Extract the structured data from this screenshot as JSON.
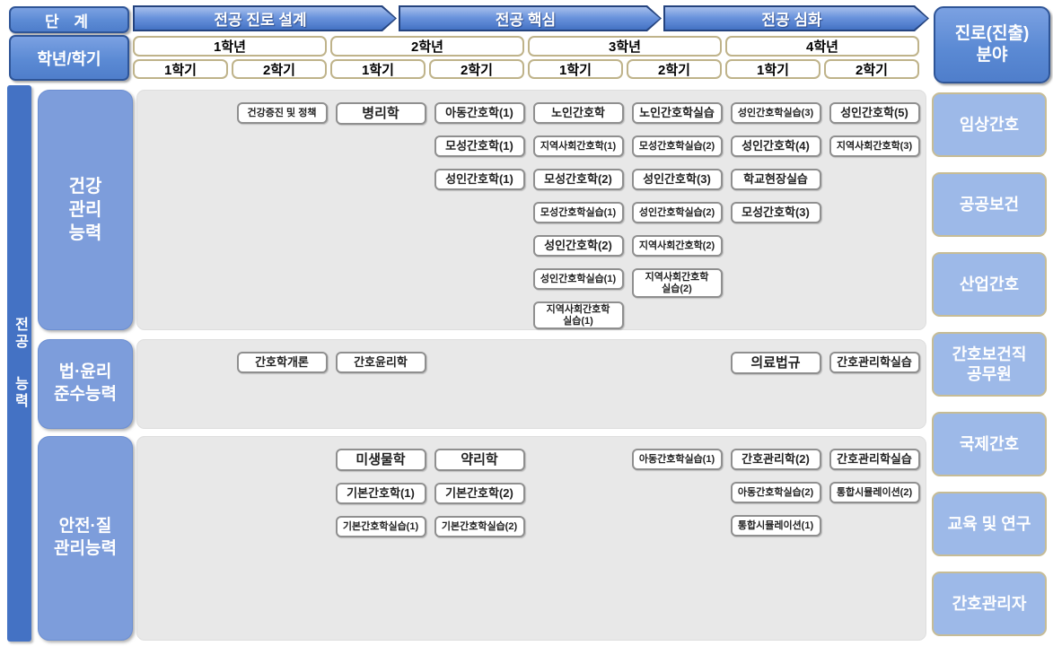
{
  "header": {
    "stage_label": "단 계",
    "year_semester_label": "학년/학기",
    "stages": [
      "전공 진로 설계",
      "전공 핵심",
      "전공 심화"
    ],
    "career_title": "진로(진출)\n분야",
    "years": [
      "1학년",
      "2학년",
      "3학년",
      "4학년"
    ],
    "semesters": [
      "1학기",
      "2학기",
      "1학기",
      "2학기",
      "1학기",
      "2학기",
      "1학기",
      "2학기"
    ]
  },
  "axis": {
    "line1": "전공",
    "line2": "능력"
  },
  "colors": {
    "button_blue": "#5B8AD4",
    "bar_blue": "#4472C4",
    "competency_blue": "#7D9DDB",
    "career_blue": "#9DB9E8",
    "career_border_tan": "#C6BC96",
    "header_box_border_tan": "#BFB38A",
    "panel_gray": "#E8E8E8"
  },
  "rows": [
    {
      "competency": "건강\n관리\n능력",
      "columns": [
        [],
        [
          "건강증진 및 정책"
        ],
        [
          "병리학"
        ],
        [
          "아동간호학(1)",
          "모성간호학(1)",
          "성인간호학(1)"
        ],
        [
          "노인간호학",
          "지역사회간호학(1)",
          "모성간호학(2)",
          "모성간호학실습(1)",
          "성인간호학(2)",
          "성인간호학실습(1)",
          "지역사회간호학\n실습(1)"
        ],
        [
          "노인간호학실습",
          "모성간호학실습(2)",
          "성인간호학(3)",
          "성인간호학실습(2)",
          "지역사회간호학(2)",
          "지역사회간호학\n실습(2)"
        ],
        [
          "성인간호학실습(3)",
          "성인간호학(4)",
          "학교현장실습",
          "모성간호학(3)"
        ],
        [
          "성인간호학(5)",
          "지역사회간호학(3)"
        ]
      ]
    },
    {
      "competency": "법·윤리\n준수능력",
      "columns": [
        [],
        [
          "간호학개론"
        ],
        [
          "간호윤리학"
        ],
        [],
        [],
        [],
        [
          "의료법규"
        ],
        [
          "간호관리학실습"
        ]
      ]
    },
    {
      "competency": "안전·질\n관리능력",
      "columns": [
        [],
        [],
        [
          "미생물학",
          "기본간호학(1)",
          "기본간호학실습(1)"
        ],
        [
          "약리학",
          "기본간호학(2)",
          "기본간호학실습(2)"
        ],
        [],
        [
          "아동간호학실습(1)"
        ],
        [
          "간호관리학(2)",
          "아동간호학실습(2)",
          "통합시뮬레이션(1)"
        ],
        [
          "간호관리학실습",
          "통합시뮬레이션(2)"
        ]
      ]
    }
  ],
  "careers": [
    "임상간호",
    "공공보건",
    "산업간호",
    "간호보건직\n공무원",
    "국제간호",
    "교육 및 연구",
    "간호관리자"
  ]
}
